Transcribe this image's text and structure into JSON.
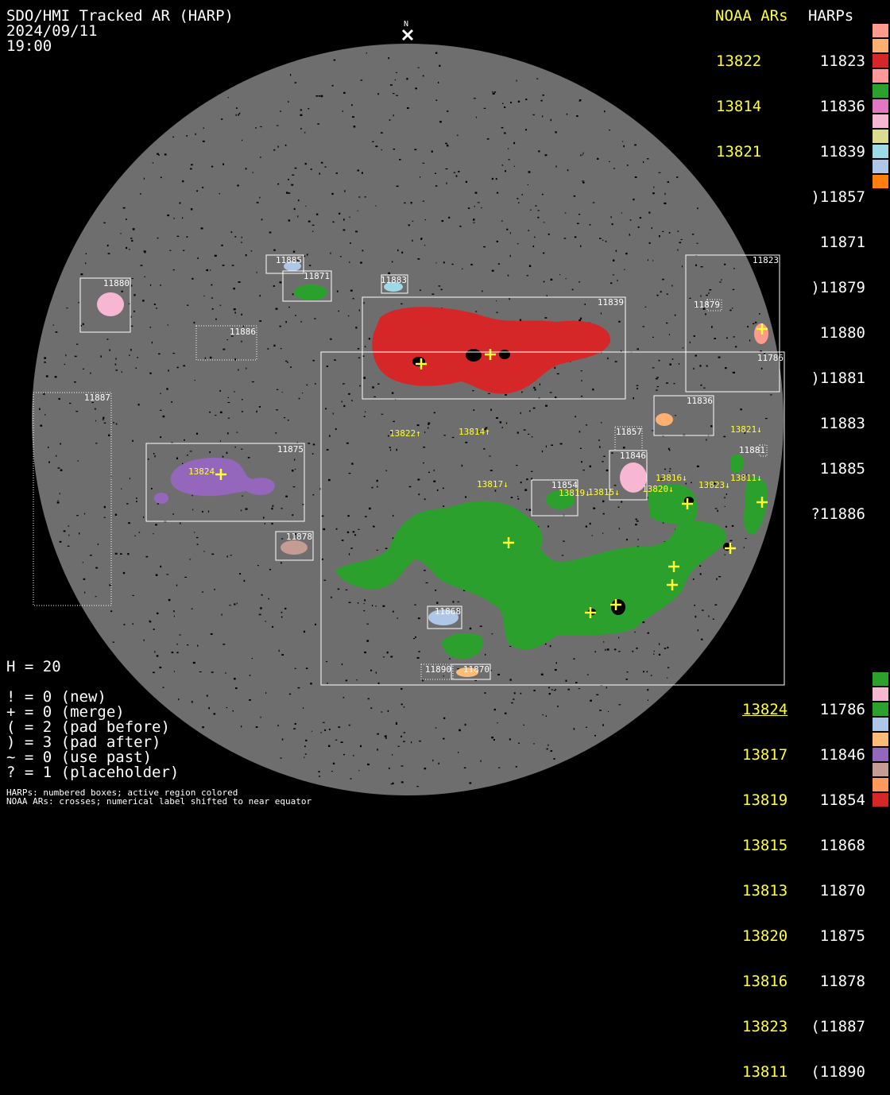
{
  "header": {
    "title": "SDO/HMI Tracked AR (HARP)",
    "date": "2024/09/11",
    "time": "19:00",
    "north": "N",
    "noaa_title": "NOAA ARs",
    "harp_title": "HARPs"
  },
  "top_list": {
    "noaa": [
      "13822",
      "13814",
      "13821"
    ],
    "harps": [
      "11823",
      "11836",
      "11839",
      ")11857",
      "11871",
      ")11879",
      "11880",
      ")11881",
      "11883",
      "11885",
      "?11886"
    ],
    "colors": [
      "#ff9a8c",
      "#ffb070",
      "#d62728",
      "#ff9896",
      "#2ca02c",
      "#e377c2",
      "#f7b6d2",
      "#dbdb8d",
      "#9edae5",
      "#aec7e8",
      "#ff7f0e"
    ]
  },
  "bottom_list": {
    "noaa": [
      "13824",
      "13817",
      "13819",
      "13815",
      "13813",
      "13820",
      "13816",
      "13823",
      "13811"
    ],
    "harps": [
      "11786",
      "11846",
      "11854",
      "11868",
      "11870",
      "11875",
      "11878",
      "(11887",
      "(11890"
    ],
    "colors": [
      "#2ca02c",
      "#f7b6d2",
      "#2ca02c",
      "#aec7e8",
      "#ffbb78",
      "#9467bd",
      "#c49c94",
      "#ff9a5c",
      "#d62728"
    ]
  },
  "stats": {
    "h": "H = 20",
    "lines": [
      "! = 0 (new)",
      "+ = 0 (merge)",
      "( = 2 (pad before)",
      ") = 3 (pad after)",
      "~ = 0 (use past)",
      "? = 1 (placeholder)"
    ]
  },
  "footer": {
    "line1": "HARPs: numbered boxes; active region colored",
    "line2": "NOAA ARs: crosses; numerical label shifted to near equator"
  },
  "map_labels": {
    "harp_boxes": [
      "11885",
      "11871",
      "11880",
      "11886",
      "11883",
      "11839",
      "11823",
      "11879",
      "11786",
      "11887",
      "11836",
      "11857",
      "11881",
      "11846",
      "11875",
      "11854",
      "11878",
      "11868",
      "11890",
      "11870"
    ],
    "noaa": [
      "13822↑",
      "13814↑",
      "13821↓",
      "13816↓",
      "13823↓",
      "13811↓",
      "13817↓",
      "13819↓",
      "13815↓",
      "13820↓",
      "13824"
    ]
  }
}
